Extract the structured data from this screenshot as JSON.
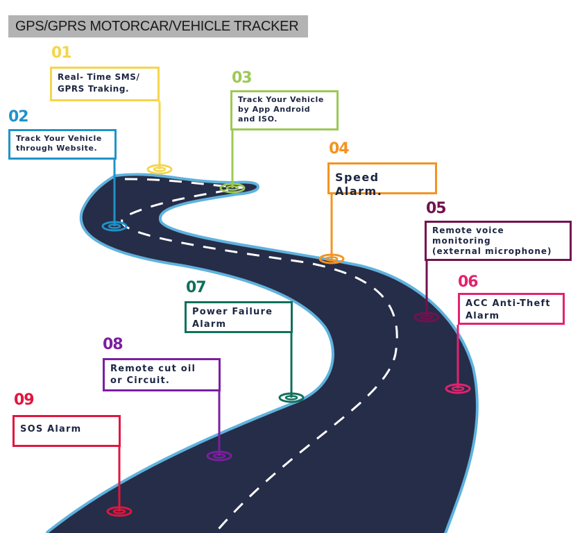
{
  "title": "GPS/GPRS MOTORCAR/VEHICLE TRACKER",
  "colors": {
    "road": "#262d48",
    "road_edge": "#5fb2dd",
    "dash": "#ffffff",
    "title_bg": "#b3b3b3"
  },
  "features": [
    {
      "number": "01",
      "label": "Real- Time SMS/\nGPRS Traking.",
      "color": "#f5d54a"
    },
    {
      "number": "02",
      "label": "Track Your Vehicle\nthrough Website.",
      "color": "#1f93c9"
    },
    {
      "number": "03",
      "label": "Track Your Vehicle\nby App Android\nand ISO.",
      "color": "#9dc855"
    },
    {
      "number": "04",
      "label": "Speed Alarm.",
      "color": "#f39321"
    },
    {
      "number": "05",
      "label": "Remote voice\nmonitoring\n(external microphone)",
      "color": "#73114f"
    },
    {
      "number": "06",
      "label": "ACC Anti-Theft\nAlarm",
      "color": "#e3226e"
    },
    {
      "number": "07",
      "label": "Power Failure\nAlarm",
      "color": "#11705b"
    },
    {
      "number": "08",
      "label": "Remote cut oil\nor Circuit.",
      "color": "#7b1fa0"
    },
    {
      "number": "09",
      "label": "SOS Alarm",
      "color": "#e0163f"
    }
  ]
}
